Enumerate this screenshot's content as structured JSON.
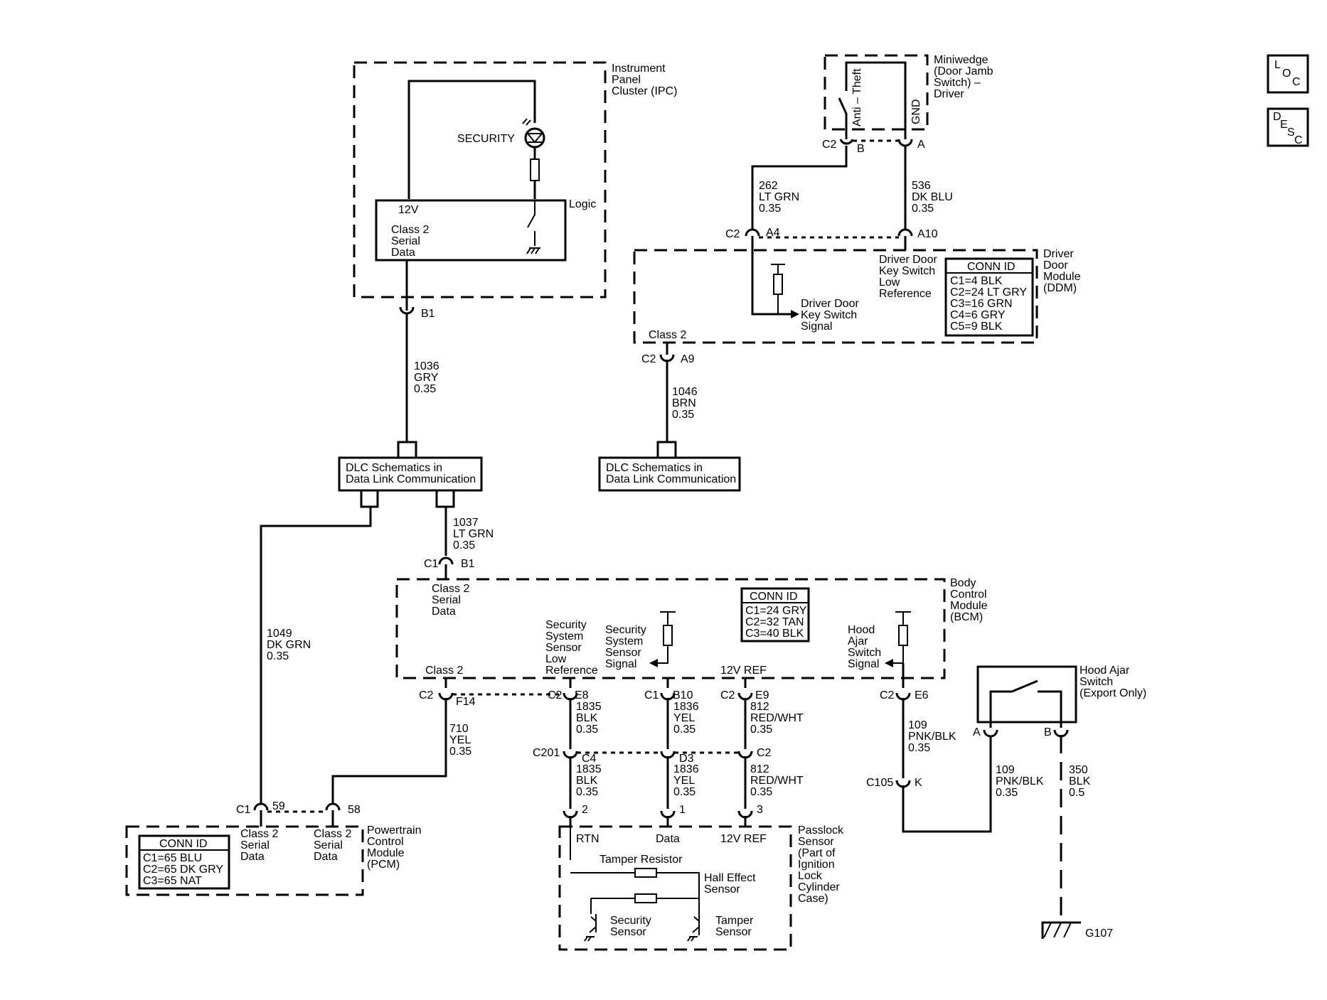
{
  "ipc": {
    "lines": [
      "Instrument",
      "Panel",
      "Cluster (IPC)"
    ],
    "security": "SECURITY",
    "v12": "12V",
    "logic": "Logic",
    "class2": [
      "Class 2",
      "Serial",
      "Data"
    ],
    "pin": "B1",
    "wire": [
      "1036",
      "GRY",
      "0.35"
    ]
  },
  "miniwedge": {
    "lines": [
      "Miniwedge",
      "(Door Jamb",
      "Switch) –",
      "Driver"
    ],
    "anti_theft": "Anti – Theft",
    "gnd": "GND",
    "conn": "C2",
    "pin_b": "B",
    "pin_a": "A"
  },
  "ddm": {
    "lines": [
      "Driver",
      "Door",
      "Module",
      "(DDM)"
    ],
    "wire262": [
      "262",
      "LT GRN",
      "0.35"
    ],
    "wire536": [
      "536",
      "DK BLU",
      "0.35"
    ],
    "conn": "C2",
    "pin_a4": "A4",
    "pin_a10": "A10",
    "key_low": [
      "Driver Door",
      "Key Switch",
      "Low",
      "Reference"
    ],
    "key_sig": [
      "Driver Door",
      "Key Switch",
      "Signal"
    ],
    "class2": "Class 2",
    "conn2": "C2",
    "pin_a9": "A9",
    "wire1046": [
      "1046",
      "BRN",
      "0.35"
    ],
    "conn_id": {
      "title": "CONN ID",
      "rows": [
        "C1=4 BLK",
        "C2=24 LT GRY",
        "C3=16 GRN",
        "C4=6 GRY",
        "C5=9 BLK"
      ]
    }
  },
  "dlc": {
    "left": [
      "DLC Schematics in",
      "Data Link Communication"
    ],
    "right": [
      "DLC Schematics in",
      "Data Link Communication"
    ],
    "wire1037": [
      "1037",
      "LT GRN",
      "0.35"
    ],
    "wire1049": [
      "1049",
      "DK GRN",
      "0.35"
    ]
  },
  "bcm": {
    "lines": [
      "Body",
      "Control",
      "Module",
      "(BCM)"
    ],
    "conn_c1": "C1",
    "pin_b1": "B1",
    "class2_serial": [
      "Class 2",
      "Serial",
      "Data"
    ],
    "conn_id": {
      "title": "CONN ID",
      "rows": [
        "C1=24 GRY",
        "C2=32 TAN",
        "C3=40 BLK"
      ]
    },
    "sec_low": [
      "Security",
      "System",
      "Sensor",
      "Low",
      "Reference"
    ],
    "sec_sig": [
      "Security",
      "System",
      "Sensor",
      "Signal"
    ],
    "hood_sig": [
      "Hood",
      "Ajar",
      "Switch",
      "Signal"
    ],
    "class2": "Class 2",
    "ref12": "12V REF",
    "c2_f14": "C2",
    "f14": "F14",
    "c2_e8": "C2",
    "e8": "E8",
    "c1_b10": "C1",
    "b10": "B10",
    "c2_e9": "C2",
    "e9": "E9",
    "c2_e6": "C2",
    "e6": "E6",
    "wire710": [
      "710",
      "YEL",
      "0.35"
    ],
    "wire1835": [
      "1835",
      "BLK",
      "0.35"
    ],
    "wire1836": [
      "1836",
      "YEL",
      "0.35"
    ],
    "wire812": [
      "812",
      "RED/WHT",
      "0.35"
    ],
    "wire109": [
      "109",
      "PNK/BLK",
      "0.35"
    ]
  },
  "c201": {
    "name": "C201",
    "c4": "C4",
    "d3": "D3",
    "c2": "C2",
    "wire1835": [
      "1835",
      "BLK",
      "0.35"
    ],
    "wire1836": [
      "1836",
      "YEL",
      "0.35"
    ],
    "wire812": [
      "812",
      "RED/WHT",
      "0.35"
    ]
  },
  "c105": {
    "name": "C105",
    "k": "K"
  },
  "pcm": {
    "lines": [
      "Powertrain",
      "Control",
      "Module",
      "(PCM)"
    ],
    "conn": "C1",
    "pin59": "59",
    "pin58": "58",
    "class2": [
      "Class 2",
      "Serial",
      "Data"
    ],
    "conn_id": {
      "title": "CONN ID",
      "rows": [
        "C1=65 BLU",
        "C2=65 DK GRY",
        "C3=65 NAT"
      ]
    }
  },
  "passlock": {
    "lines": [
      "Passlock",
      "Sensor",
      "(Part of",
      "Ignition",
      "Lock",
      "Cylinder",
      "Case)"
    ],
    "pin2": "2",
    "pin1": "1",
    "pin3": "3",
    "rtn": "RTN",
    "data": "Data",
    "ref12": "12V REF",
    "tamper_res": "Tamper Resistor",
    "hall": [
      "Hall Effect",
      "Sensor"
    ],
    "sec_sensor": [
      "Security",
      "Sensor"
    ],
    "tamper_sensor": [
      "Tamper",
      "Sensor"
    ]
  },
  "hood": {
    "lines": [
      "Hood Ajar",
      "Switch",
      "(Export Only)"
    ],
    "pin_a": "A",
    "pin_b": "B",
    "wire109": [
      "109",
      "PNK/BLK",
      "0.35"
    ],
    "wire350": [
      "350",
      "BLK",
      "0.5"
    ],
    "ground": "G107"
  },
  "tabs": {
    "loc": [
      "L",
      "O",
      "C"
    ],
    "desc": [
      "D",
      "E",
      "S",
      "C"
    ]
  }
}
